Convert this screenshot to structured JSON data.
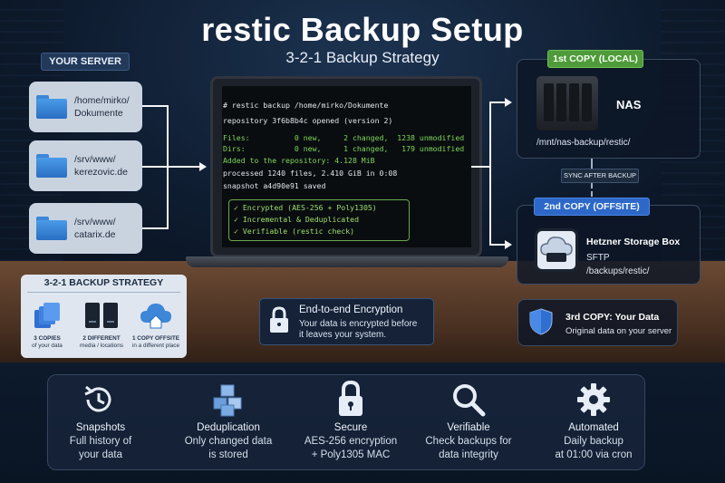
{
  "header": {
    "title": "restic Backup Setup",
    "subtitle": "3-2-1 Backup Strategy"
  },
  "server": {
    "label": "YOUR SERVER",
    "paths": [
      {
        "line1": "/home/mirko/",
        "line2": "Dokumente"
      },
      {
        "line1": "/srv/www/",
        "line2": "kerezovic.de"
      },
      {
        "line1": "/srv/www/",
        "line2": "catarix.de"
      }
    ]
  },
  "terminal": {
    "command": "# restic backup /home/mirko/Dokumente",
    "repo_opened": "repository 3f6b8b4c opened (version 2)",
    "files_line": "Files:          0 new,     2 changed,  1238 unmodified",
    "dirs_line": "Dirs:           0 new,     1 changed,   179 unmodified",
    "added_line": "Added to the repository: 4.128 MiB",
    "processed_line": "processed 1240 files, 2.410 GiB in 0:08",
    "snapshot_line": "snapshot a4d90e91 saved",
    "checks": [
      "Encrypted (AES-256 + Poly1305)",
      "Incremental & Deduplicated",
      "Verifiable (restic check)"
    ]
  },
  "copy1": {
    "tag": "1st COPY (LOCAL)",
    "name": "NAS",
    "path": "/mnt/nas-backup/restic/"
  },
  "sync": "SYNC AFTER BACKUP",
  "copy2": {
    "tag": "2nd COPY (OFFSITE)",
    "name": "Hetzner Storage Box",
    "protocol": "SFTP",
    "path": "/backups/restic/"
  },
  "copy3": {
    "title": "3rd COPY: Your Data",
    "desc": "Original data on your server"
  },
  "strategy": {
    "title": "3-2-1 BACKUP STRATEGY",
    "items": [
      {
        "strong": "3 COPIES",
        "desc": "of your data"
      },
      {
        "strong": "2 DIFFERENT",
        "desc": "media / locations"
      },
      {
        "strong": "1 COPY OFFSITE",
        "desc": "in a different place"
      }
    ]
  },
  "encryption": {
    "title": "End-to-end Encryption",
    "desc1": "Your data is encrypted before",
    "desc2": "it leaves your system."
  },
  "features": [
    {
      "title": "Snapshots",
      "d1": "Full history of",
      "d2": "your data",
      "icon": "history-icon"
    },
    {
      "title": "Deduplication",
      "d1": "Only changed data",
      "d2": "is stored",
      "icon": "cubes-icon"
    },
    {
      "title": "Secure",
      "d1": "AES-256 encryption",
      "d2": "+ Poly1305 MAC",
      "icon": "lock-icon"
    },
    {
      "title": "Verifiable",
      "d1": "Check backups for",
      "d2": "data integrity",
      "icon": "magnifier-icon"
    },
    {
      "title": "Automated",
      "d1": "Daily backup",
      "d2": "at 01:00 via cron",
      "icon": "gear-icon"
    }
  ],
  "colors": {
    "accent_green": "#4f9a3a",
    "accent_blue": "#2d68c8",
    "terminal_green": "#7fd65a"
  }
}
